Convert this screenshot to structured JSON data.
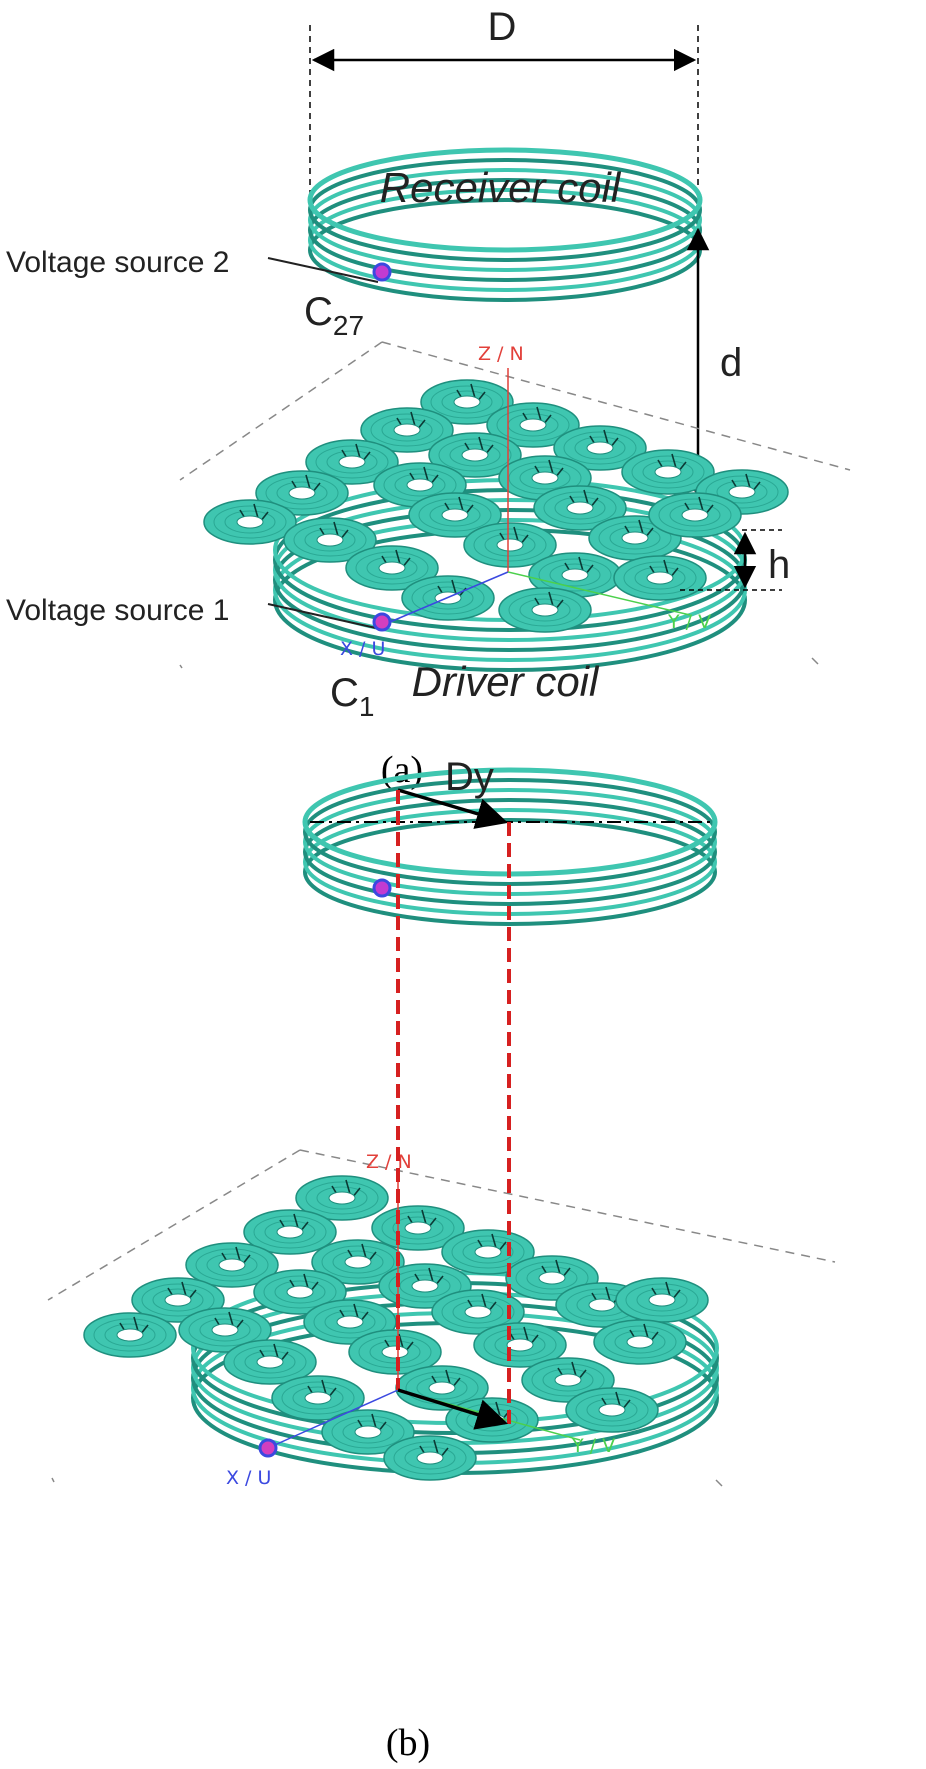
{
  "figure_a": {
    "dimension_D": "D",
    "receiver_label": "Receiver coil",
    "source2_label": "Voltage source 2",
    "capacitor_top_main": "C",
    "capacitor_top_sub": "27",
    "distance_d": "d",
    "height_h": "h",
    "source1_label": "Voltage source 1",
    "capacitor_bottom_main": "C",
    "capacitor_bottom_sub": "1",
    "driver_label": "Driver coil",
    "axis_z": "Z / N",
    "axis_x": "X / U",
    "axis_y": "Y / V",
    "caption": "(a)"
  },
  "figure_b": {
    "offset_label": "Dy",
    "axis_z": "Z / N",
    "axis_x": "X / U",
    "axis_y": "Y / V",
    "caption": "(b)"
  },
  "colors": {
    "coil": "#3fc6b0",
    "coil_dark": "#1f8f7e",
    "axis_z": "#e2403a",
    "axis_x": "#3b49e0",
    "axis_y": "#4cd04c",
    "offset_lines": "#d62020"
  }
}
